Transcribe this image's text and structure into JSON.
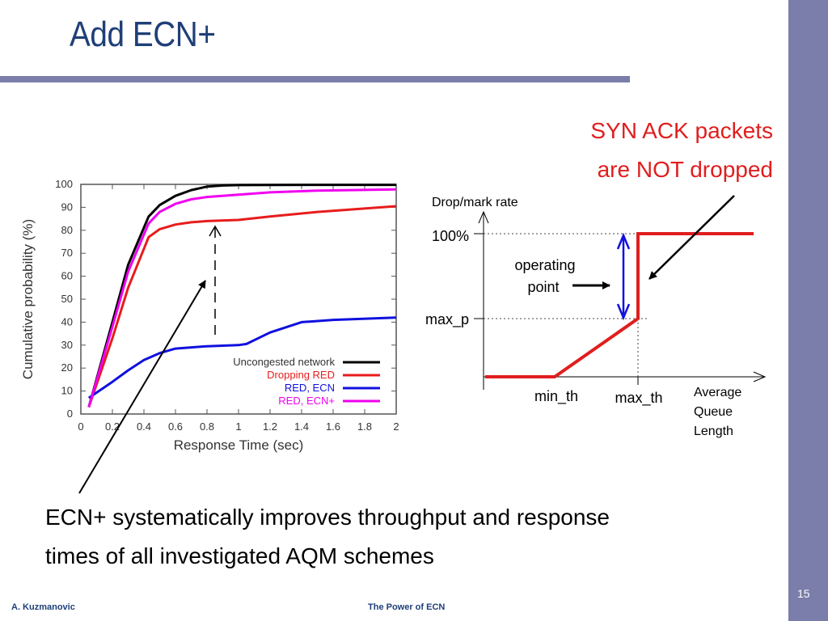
{
  "slide": {
    "title": "Add ECN+",
    "syn_note_line1": "SYN ACK packets",
    "syn_note_line2": "are NOT dropped",
    "bottom_line1": "ECN+ systematically improves throughput and response",
    "bottom_line2": "times of all investigated AQM schemes",
    "footer_author": "A. Kuzmanovic",
    "footer_title": "The Power of ECN",
    "slide_number": "15",
    "colors": {
      "title": "#1f3f78",
      "accent_band": "#7b7daa",
      "note": "#e01e1e"
    }
  },
  "chart_data": [
    {
      "type": "line",
      "xlabel": "Response Time (sec)",
      "ylabel": "Cumulative probability (%)",
      "xlim": [
        0,
        2
      ],
      "ylim": [
        0,
        100
      ],
      "xticks": [
        "0",
        "0.2",
        "0.4",
        "0.6",
        "0.8",
        "1",
        "1.2",
        "1.4",
        "1.6",
        "1.8",
        "2"
      ],
      "yticks": [
        "0",
        "10",
        "20",
        "30",
        "40",
        "50",
        "60",
        "70",
        "80",
        "90",
        "100"
      ],
      "grid": false,
      "legend": "bottom-right",
      "series": [
        {
          "name": "Uncongested network",
          "color": "#000000",
          "x": [
            0.05,
            0.2,
            0.3,
            0.43,
            0.5,
            0.6,
            0.7,
            0.8,
            0.9,
            1.0,
            1.5,
            2.0
          ],
          "y": [
            3,
            40,
            65,
            86,
            91,
            95,
            97.5,
            99,
            99.5,
            99.7,
            99.8,
            99.8
          ]
        },
        {
          "name": "Dropping RED",
          "color": "#e81c1c",
          "x": [
            0.05,
            0.2,
            0.3,
            0.43,
            0.5,
            0.6,
            0.7,
            0.8,
            1.0,
            1.2,
            1.5,
            2.0
          ],
          "y": [
            3,
            33,
            55,
            77,
            80.5,
            82.5,
            83.5,
            84,
            84.5,
            86,
            88,
            90.5
          ]
        },
        {
          "name": "RED, ECN",
          "color": "#1010e0",
          "x": [
            0.05,
            0.2,
            0.3,
            0.4,
            0.5,
            0.6,
            0.8,
            1.0,
            1.05,
            1.2,
            1.4,
            1.6,
            2.0
          ],
          "y": [
            7,
            14,
            19,
            23.5,
            26.5,
            28.5,
            29.5,
            30,
            30.5,
            35.5,
            40,
            41,
            42
          ]
        },
        {
          "name": "RED, ECN+",
          "color": "#f000f0",
          "x": [
            0.05,
            0.2,
            0.3,
            0.43,
            0.5,
            0.6,
            0.7,
            0.8,
            1.0,
            1.2,
            1.5,
            2.0
          ],
          "y": [
            3,
            38,
            62,
            83,
            88,
            91.5,
            93.5,
            94.5,
            95.5,
            96.5,
            97.3,
            97.8
          ]
        }
      ]
    },
    {
      "type": "line",
      "ylabel": "Drop/mark rate",
      "xlabel_lines": [
        "Average",
        "Queue",
        "Length"
      ],
      "y_marks": [
        "100%",
        "max_p"
      ],
      "x_marks": [
        "min_th",
        "max_th"
      ],
      "operating_point_lines": [
        "operating",
        "point"
      ],
      "series": [
        {
          "name": "",
          "color": "#e01e1e",
          "x": [
            "0",
            "min_th",
            "max_th",
            "max_th",
            "end"
          ],
          "y": [
            "0",
            "0",
            "max_p",
            "100%",
            "100%"
          ]
        }
      ]
    }
  ]
}
